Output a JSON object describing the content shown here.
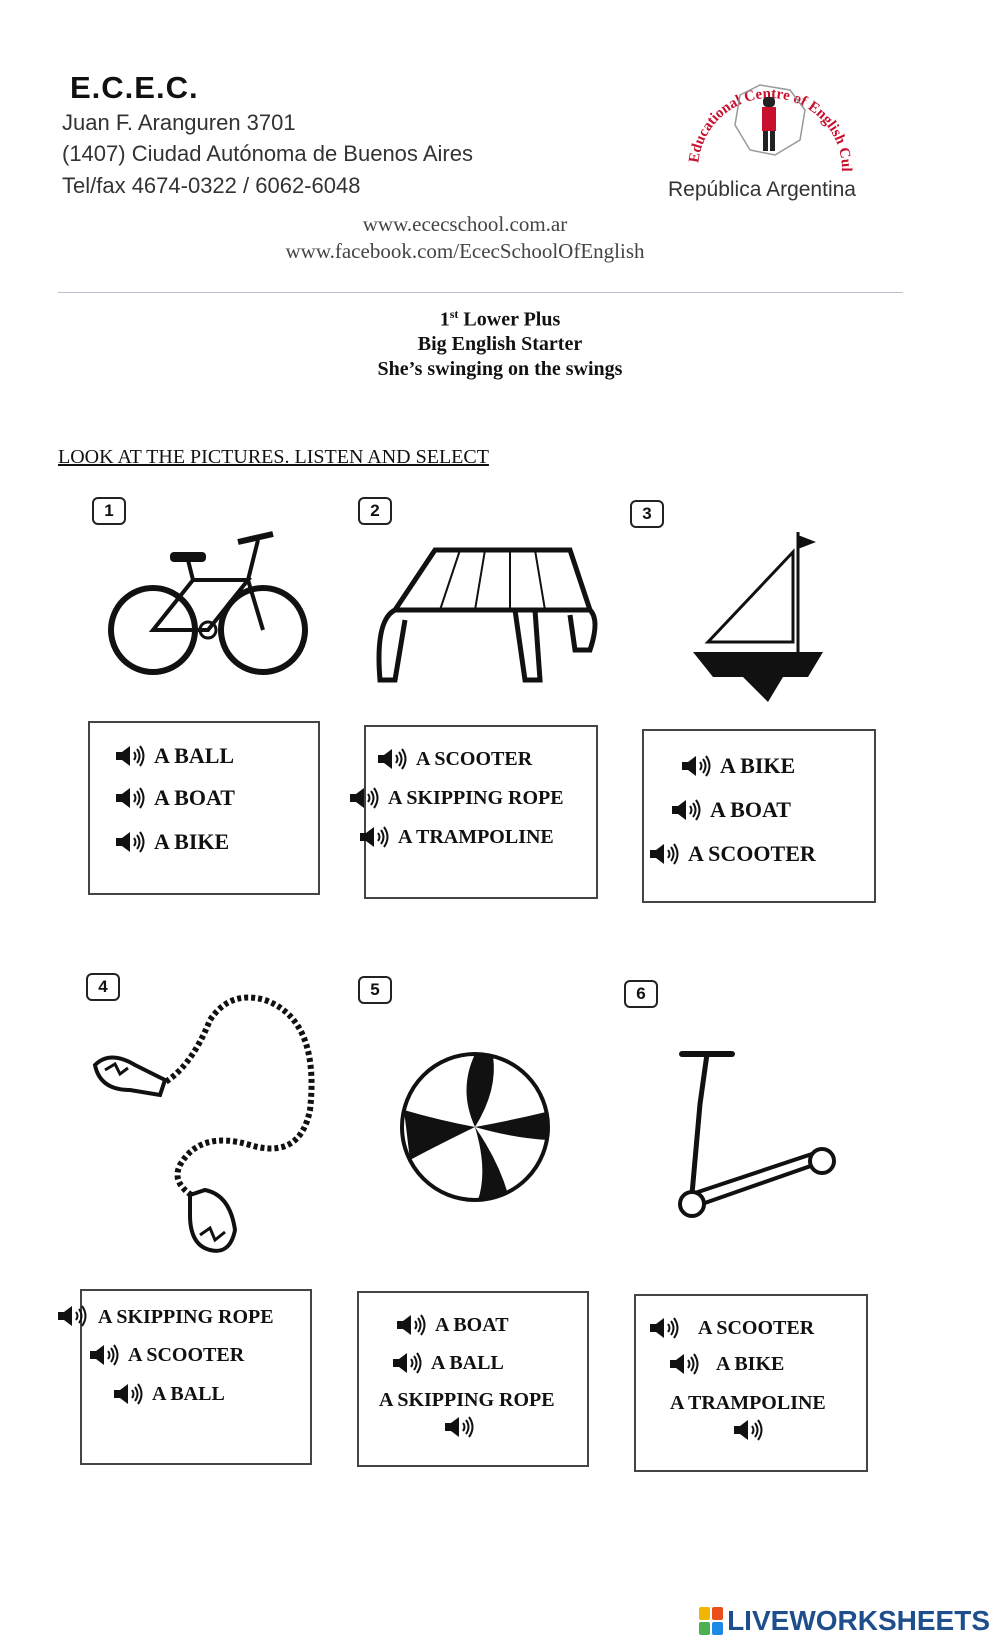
{
  "letterhead": {
    "org_name": "E.C.E.C.",
    "address_line1": "Juan F. Aranguren 3701",
    "address_line2": "(1407) Ciudad Autónoma de Buenos Aires",
    "phone": "Tel/fax 4674-0322 / 6062-6048",
    "website": "www.ececschool.com.ar",
    "facebook": "www.facebook.com/EcecSchoolOfEnglish",
    "seal_text": "Educational Centre of English Culture",
    "country": "República Argentina"
  },
  "header": {
    "level_number": "1",
    "level_suffix": "st",
    "level_rest": " Lower Plus",
    "book": "Big English Starter",
    "unit": "She’s swinging on the swings"
  },
  "instructions": "LOOK AT THE PICTURES. LISTEN AND SELECT",
  "items": [
    {
      "number": "1",
      "picture": "bike-icon",
      "options": [
        "A BALL",
        "A BOAT",
        "A BIKE"
      ]
    },
    {
      "number": "2",
      "picture": "trampoline-icon",
      "options": [
        "A SCOOTER",
        "A SKIPPING ROPE",
        "A TRAMPOLINE"
      ]
    },
    {
      "number": "3",
      "picture": "sailboat-icon",
      "options": [
        "A BIKE",
        "A BOAT",
        "A SCOOTER"
      ]
    },
    {
      "number": "4",
      "picture": "skipping-rope-icon",
      "options": [
        "A SKIPPING ROPE",
        "A SCOOTER",
        "A BALL"
      ]
    },
    {
      "number": "5",
      "picture": "ball-icon",
      "options": [
        "A BOAT",
        "A BALL",
        "A SKIPPING ROPE"
      ]
    },
    {
      "number": "6",
      "picture": "scooter-icon",
      "options": [
        "A SCOOTER",
        "A BIKE",
        "A TRAMPOLINE"
      ]
    }
  ],
  "footer": {
    "brand": "LIVEWORKSHEETS"
  }
}
